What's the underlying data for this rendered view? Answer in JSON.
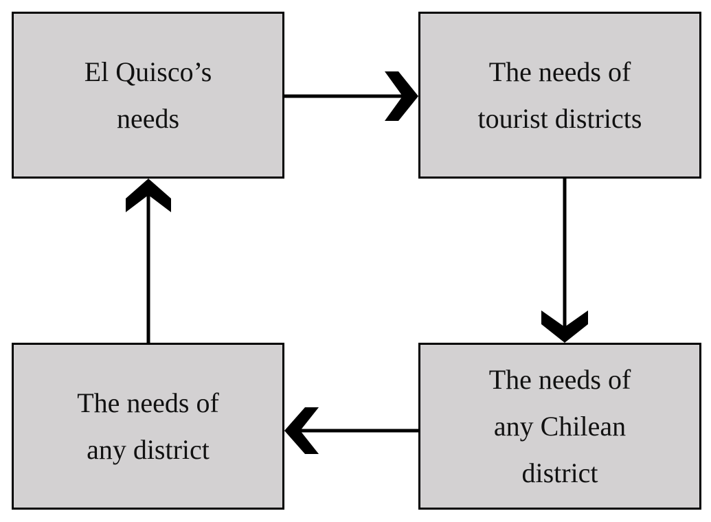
{
  "diagram": {
    "nodes": [
      {
        "id": "el-quisco-needs",
        "lines": [
          "El Quisco’s",
          "needs"
        ]
      },
      {
        "id": "tourist-districts-needs",
        "lines": [
          "The needs of",
          "tourist districts"
        ]
      },
      {
        "id": "chilean-district-needs",
        "lines": [
          "The needs of",
          "any Chilean",
          "district"
        ]
      },
      {
        "id": "any-district-needs",
        "lines": [
          "The needs of",
          "any district"
        ]
      }
    ],
    "edges": [
      {
        "from": "el-quisco-needs",
        "to": "tourist-districts-needs"
      },
      {
        "from": "tourist-districts-needs",
        "to": "chilean-district-needs"
      },
      {
        "from": "chilean-district-needs",
        "to": "any-district-needs"
      },
      {
        "from": "any-district-needs",
        "to": "el-quisco-needs"
      }
    ],
    "colors": {
      "box_fill": "#d3d1d2",
      "box_border": "#000000",
      "arrow": "#000000",
      "text": "#111111"
    }
  }
}
